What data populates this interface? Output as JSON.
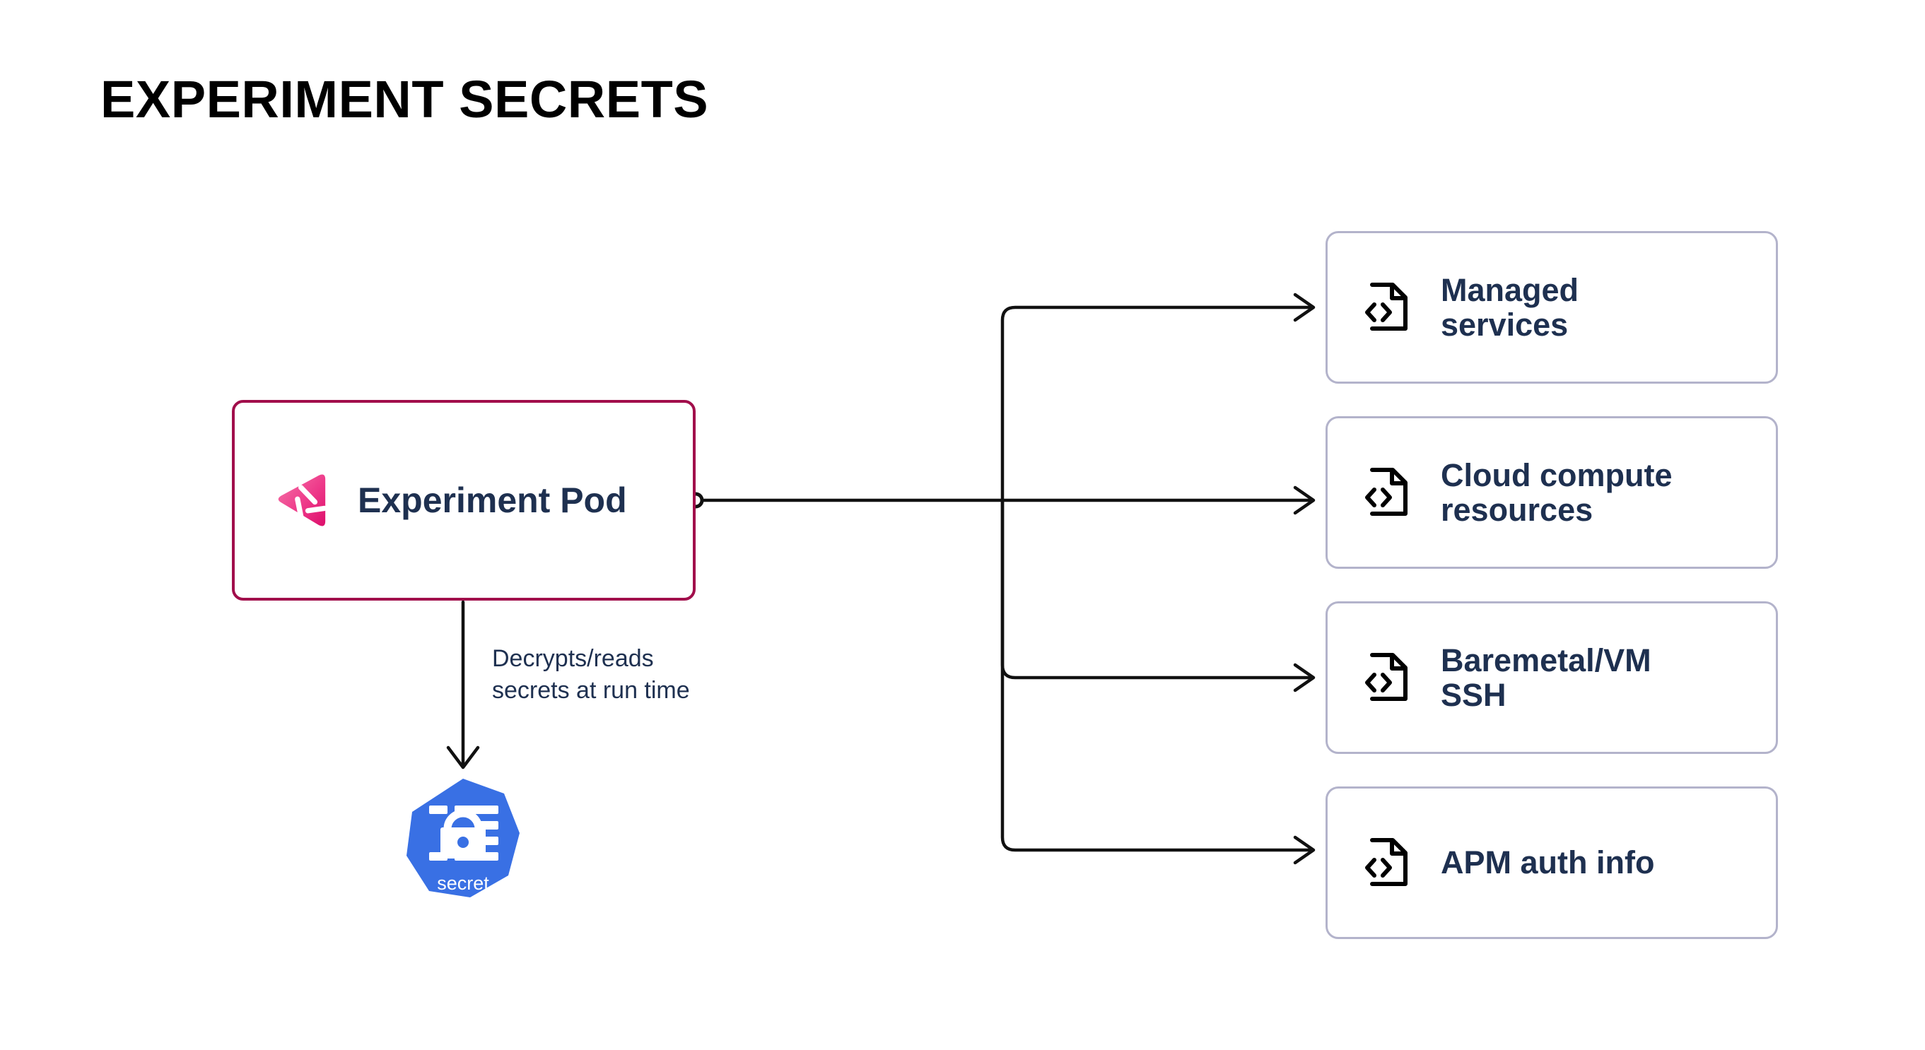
{
  "page": {
    "title": "EXPERIMENT SECRETS",
    "background_color": "#ffffff"
  },
  "colors": {
    "title_text": "#000000",
    "pod_border": "#A10E4B",
    "pod_logo_gradient_start": "#F25F9B",
    "pod_logo_gradient_end": "#E2126F",
    "node_text": "#1E3050",
    "card_border": "#B3B3CB",
    "card_fill": "#ffffff",
    "connector_stroke": "#111111",
    "secret_badge_fill": "#3970E4",
    "secret_badge_glyph": "#ffffff"
  },
  "pod": {
    "label": "Experiment Pod",
    "logo_icon": "litmus-chaos-logo-icon"
  },
  "secret": {
    "label": "secret",
    "icon": "kubernetes-secret-lock-icon"
  },
  "edges": {
    "pod_to_secret_caption": "Decrypts/reads\nsecrets at run time",
    "pod_to_secret_arrow": "arrow-down-icon",
    "fanout_arrow": "arrow-right-icon"
  },
  "resources": {
    "icon": "file-code-icon",
    "items": [
      {
        "label": "Managed\nservices"
      },
      {
        "label": "Cloud compute\nresources"
      },
      {
        "label": "Baremetal/VM\nSSH"
      },
      {
        "label": "APM auth info"
      }
    ]
  }
}
